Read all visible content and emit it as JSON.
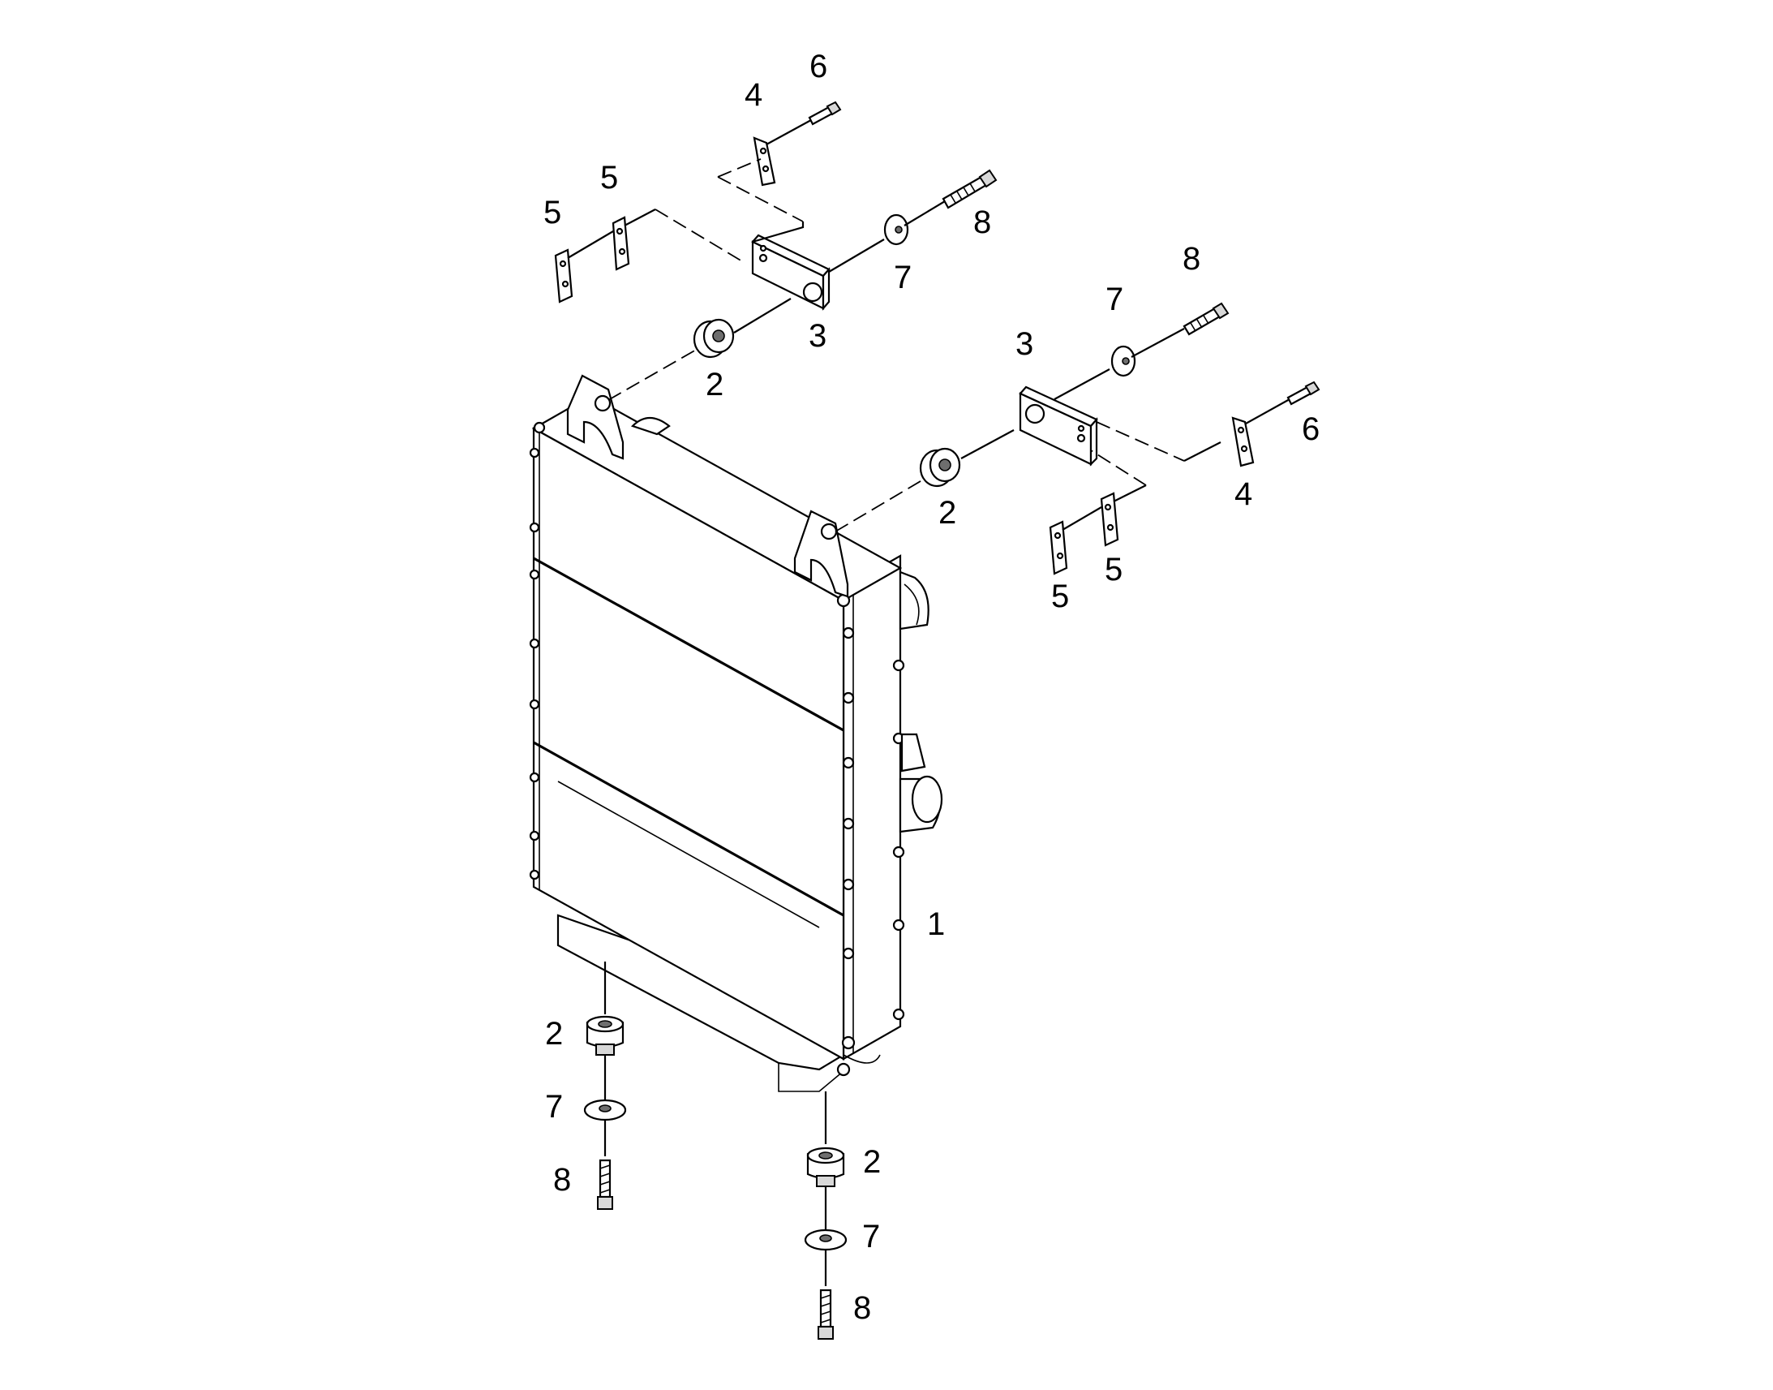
{
  "callouts": {
    "c1": "1",
    "c2a": "2",
    "c2b": "2",
    "c2c": "2",
    "c2d": "2",
    "c3a": "3",
    "c3b": "3",
    "c4a": "4",
    "c4b": "4",
    "c5a": "5",
    "c5b": "5",
    "c5c": "5",
    "c5d": "5",
    "c6a": "6",
    "c6b": "6",
    "c7a": "7",
    "c7b": "7",
    "c7c": "7",
    "c7d": "7",
    "c8a": "8",
    "c8b": "8",
    "c8c": "8",
    "c8d": "8"
  },
  "colors": {
    "line": "#000000",
    "background": "#ffffff",
    "shade": "#d8d8d8"
  }
}
